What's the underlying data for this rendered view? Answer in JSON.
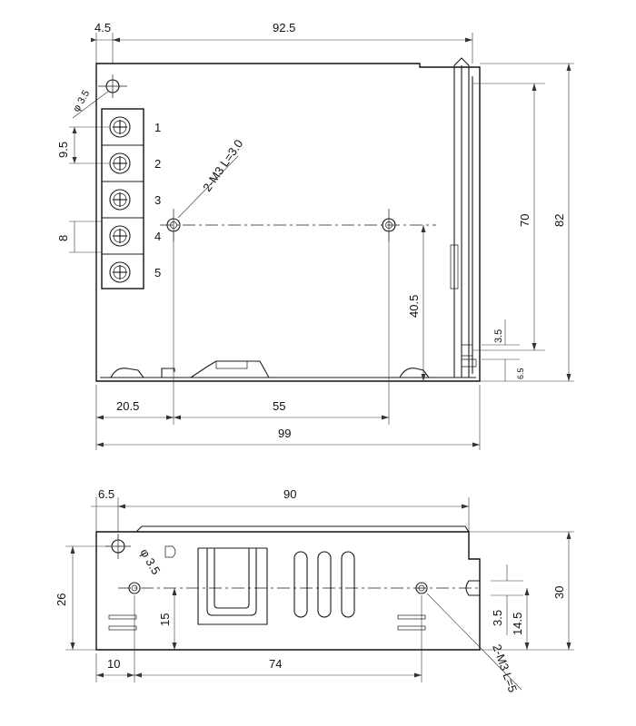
{
  "top_view": {
    "dims": {
      "left_offset": "4.5",
      "total_width_top": "92.5",
      "hole_dia": "φ 3.5",
      "pitch": "9.5",
      "terminal_gap": "8",
      "mount_screw": "2-M3 L=3.0",
      "height_inner": "70",
      "height_total": "82",
      "vertical_offset": "40.5",
      "slot_height": "3.5",
      "slot_offset": "6.5",
      "hole_from_left": "20.5",
      "hole_spacing": "55",
      "total_width_bottom": "99"
    },
    "terminals": [
      "1",
      "2",
      "3",
      "4",
      "5"
    ]
  },
  "side_view": {
    "dims": {
      "left_offset": "6.5",
      "total_width": "90",
      "hole_dia": "φ 3.5",
      "height_left": "26",
      "hole_height": "15",
      "slot_height": "3.5",
      "slot_offset": "14.5",
      "height_total": "30",
      "hole_from_left": "10",
      "hole_spacing": "74",
      "mount_screw": "2-M3 L=5"
    }
  }
}
